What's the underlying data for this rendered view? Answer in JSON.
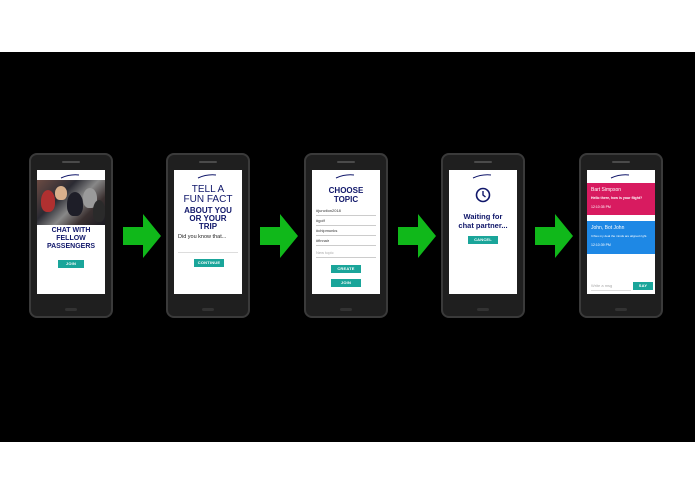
{
  "screens": {
    "s1": {
      "title_line1": "CHAT WITH",
      "title_line2": "FELLOW",
      "title_line3": "PASSENGERS",
      "join": "JOIN"
    },
    "s2": {
      "title_line1": "TELL A",
      "title_line2": "FUN FACT",
      "sub_line1": "ABOUT YOU",
      "sub_line2": "OR YOUR",
      "sub_line3": "TRIP",
      "prompt": "Did you know that...",
      "continue": "CONTINUE"
    },
    "s3": {
      "title_line1": "CHOOSE",
      "title_line2": "TOPIC",
      "topics": [
        "#junction2018",
        "#golf",
        "#chipmunks",
        "#finnair"
      ],
      "new_topic_placeholder": "New topic",
      "create": "CREATE",
      "join": "JOIN"
    },
    "s4": {
      "line1": "Waiting for",
      "line2": "chat partner...",
      "cancel": "CANCEL"
    },
    "s5": {
      "msg1_name": "Bart Simpson",
      "msg1_text": "Hello there, how is your flight?",
      "msg1_time": "12:10:35 PM",
      "msg2_name": "John, Bot John",
      "msg2_text": "It flies my deal the minds are aligned right.",
      "msg2_time": "12:10:39 PM",
      "input_placeholder": "Write a msg",
      "say": "SAY"
    }
  },
  "colors": {
    "accent": "#1aa59a",
    "navy": "#10176a",
    "arrow": "#10b81a",
    "pink": "#d81b60",
    "blue": "#1e88e5"
  },
  "icons": [
    "airline-logo-icon",
    "arrow-right-icon",
    "clock-icon"
  ]
}
